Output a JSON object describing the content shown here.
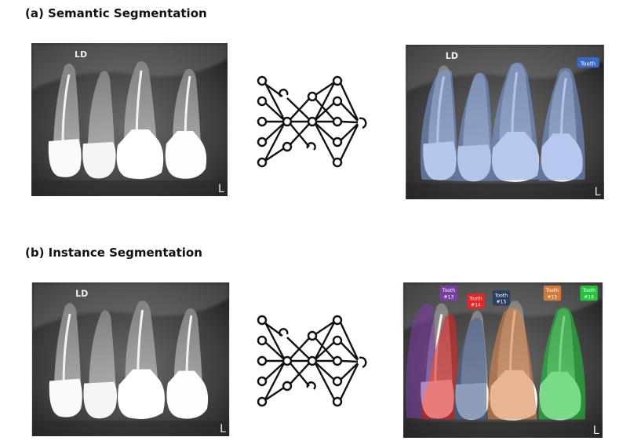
{
  "panels": [
    {
      "id": "a",
      "title": "(a) Semantic Segmentation",
      "xray_corner_mark": "LD",
      "xray_side_mark": "L",
      "semantic_label": "Tooth",
      "semantic_color": "#6e8fd0"
    },
    {
      "id": "b",
      "title": "(b) Instance Segmentation",
      "xray_corner_mark": "LD",
      "xray_side_mark": "L",
      "instances": [
        {
          "label_line1": "Tooth",
          "label_line2": "#13",
          "color": "#7a3ea0"
        },
        {
          "label_line1": "Tooth",
          "label_line2": "#14",
          "color": "#e02828"
        },
        {
          "label_line1": "Tooth",
          "label_line2": "#15",
          "color": "#2c3f63"
        },
        {
          "label_line1": "Tooth",
          "label_line2": "#15",
          "color": "#d07a3c"
        },
        {
          "label_line1": "Tooth",
          "label_line2": "#16",
          "color": "#22c43a"
        }
      ]
    }
  ]
}
